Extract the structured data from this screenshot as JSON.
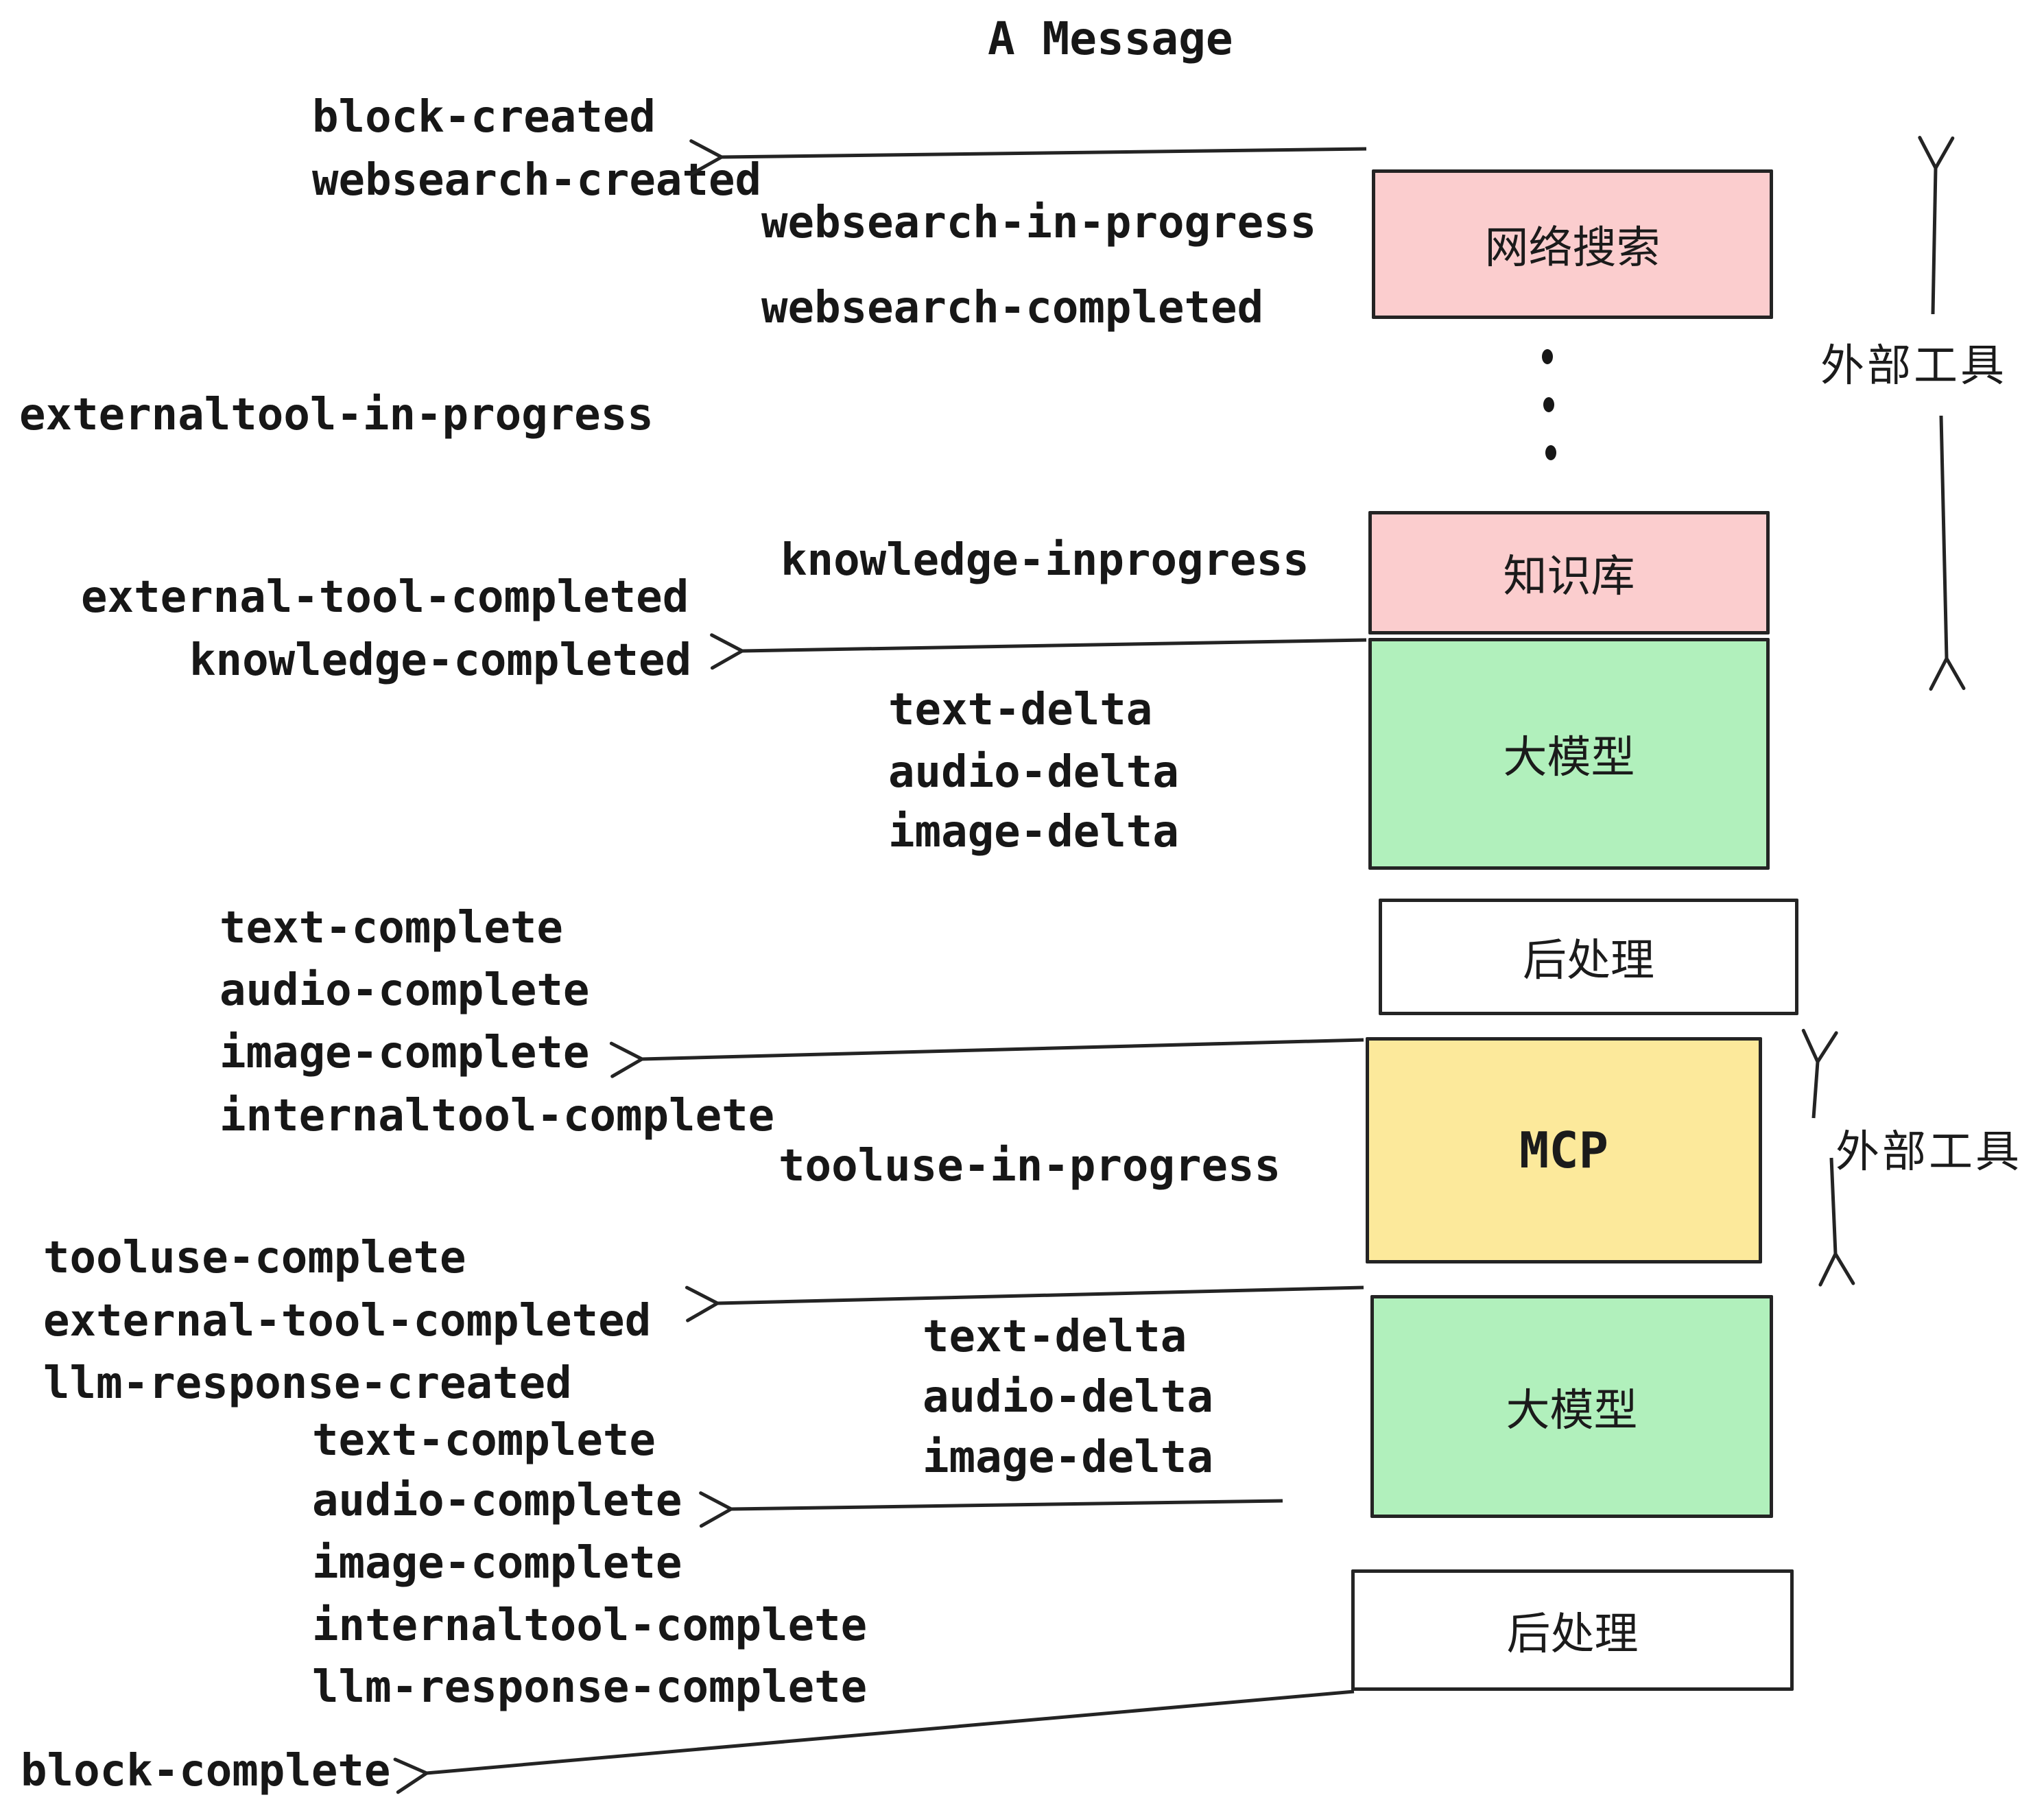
{
  "title": "A Message",
  "labels": {
    "block_created": "block-created",
    "websearch_created": "websearch-created",
    "websearch_in_progress": "websearch-in-progress",
    "websearch_completed": "websearch-completed",
    "externaltool_in_progress": "externaltool-in-progress",
    "knowledge_inprogress": "knowledge-inprogress",
    "external_tool_completed": "external-tool-completed",
    "knowledge_completed": "knowledge-completed",
    "text_delta": "text-delta",
    "audio_delta": "audio-delta",
    "image_delta": "image-delta",
    "text_complete": "text-complete",
    "audio_complete": "audio-complete",
    "image_complete": "image-complete",
    "internaltool_complete": "internaltool-complete",
    "tooluse_in_progress": "tooluse-in-progress",
    "tooluse_complete": "tooluse-complete",
    "external_tool_completed_2": "external-tool-completed",
    "llm_response_created": "llm-response-created",
    "text_delta_2": "text-delta",
    "audio_delta_2": "audio-delta",
    "image_delta_2": "image-delta",
    "text_complete_2": "text-complete",
    "audio_complete_2": "audio-complete",
    "image_complete_2": "image-complete",
    "internaltool_complete_2": "internaltool-complete",
    "llm_response_complete": "llm-response-complete",
    "block_complete": "block-complete"
  },
  "boxes": {
    "websearch": "网络搜索",
    "knowledge": "知识库",
    "llm1": "大模型",
    "post1": "后处理",
    "mcp": "MCP",
    "llm2": "大模型",
    "post2": "后处理"
  },
  "side": {
    "external_tools_top": "外部工具",
    "external_tools_mid": "外部工具"
  },
  "colors": {
    "pink": "#FBCDCE",
    "green": "#B1F0BC",
    "yellow": "#FCE99B",
    "white": "#FFFFFF",
    "ink": "#242424"
  }
}
